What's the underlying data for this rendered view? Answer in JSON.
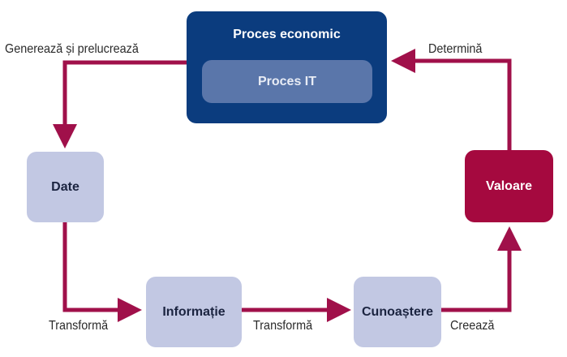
{
  "nodes": {
    "process_economic": "Proces economic",
    "process_it": "Proces IT",
    "date": "Date",
    "informatie": "Informație",
    "cunoastere": "Cunoaștere",
    "valoare": "Valoare"
  },
  "edges": {
    "genereaza": "Generează și prelucrează",
    "transforma_1": "Transformă",
    "transforma_2": "Transformă",
    "creeaza": "Creează",
    "determina": "Determină"
  },
  "colors": {
    "arrow": "#a0104a",
    "process": "#0b3c7e",
    "process_inner": "#5a76aa",
    "node": "#c2c8e3",
    "valoare": "#a5093f"
  }
}
